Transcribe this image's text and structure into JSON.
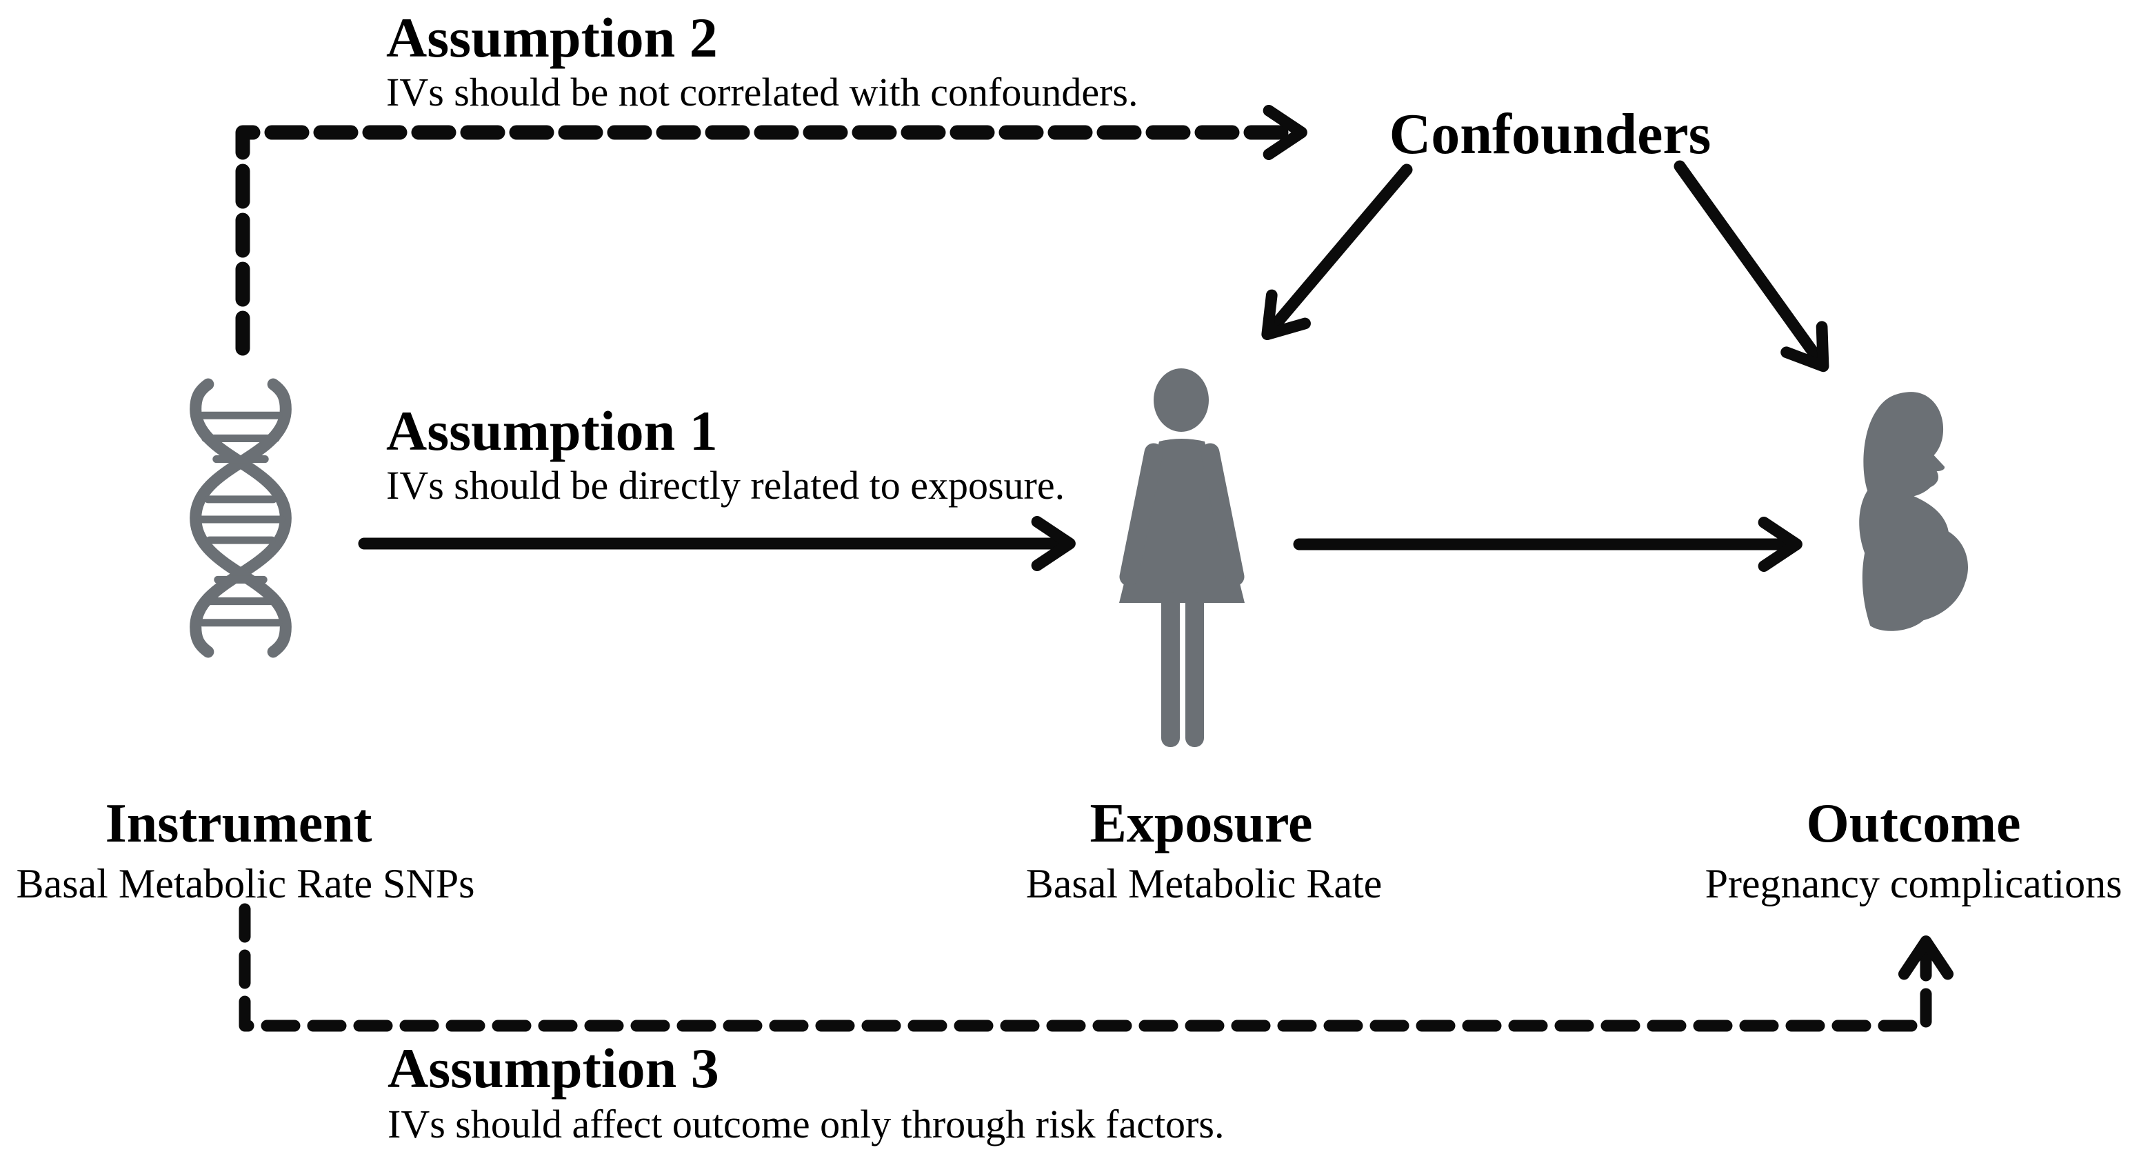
{
  "diagram": {
    "assumptions": {
      "a1": {
        "title": "Assumption 1",
        "description": "IVs should be directly related to exposure."
      },
      "a2": {
        "title": "Assumption 2",
        "description": "IVs should be not correlated with confounders."
      },
      "a3": {
        "title": "Assumption 3",
        "description": "IVs should affect outcome only through risk factors."
      }
    },
    "nodes": {
      "confounders": {
        "label": "Confounders"
      },
      "instrument": {
        "label": "Instrument",
        "sublabel": "Basal Metabolic Rate SNPs",
        "icon": "dna-icon"
      },
      "exposure": {
        "label": "Exposure",
        "sublabel": "Basal Metabolic Rate",
        "icon": "woman-icon"
      },
      "outcome": {
        "label": "Outcome",
        "sublabel": "Pregnancy complications",
        "icon": "pregnant-woman-icon"
      }
    },
    "edges": [
      {
        "from": "instrument",
        "to": "exposure",
        "style": "solid"
      },
      {
        "from": "exposure",
        "to": "outcome",
        "style": "solid"
      },
      {
        "from": "confounders",
        "to": "exposure",
        "style": "solid"
      },
      {
        "from": "confounders",
        "to": "outcome",
        "style": "solid"
      },
      {
        "from": "instrument",
        "to": "confounders",
        "style": "dashed"
      },
      {
        "from": "instrument",
        "to": "outcome",
        "style": "dashed"
      }
    ],
    "colors": {
      "arrow": "#0b0b0b",
      "icon_gray": "#6b7075",
      "text": "#000000",
      "background": "#ffffff"
    }
  }
}
